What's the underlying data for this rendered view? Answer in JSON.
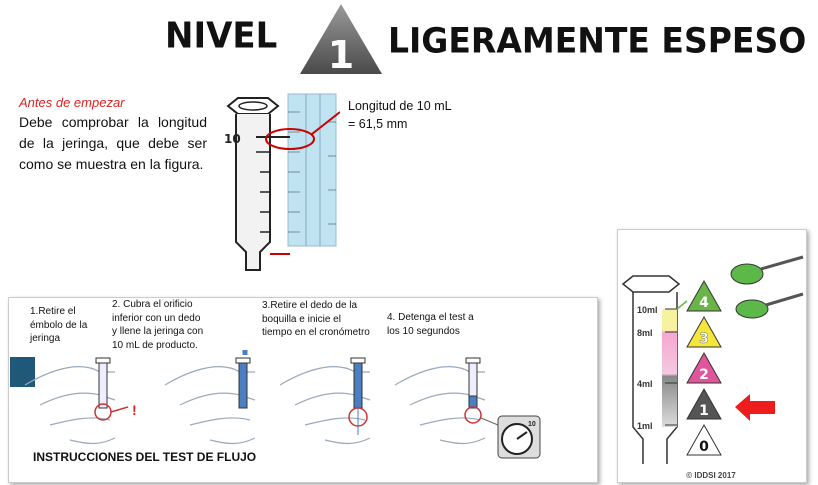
{
  "header": {
    "left": "NIVEL",
    "level_number": "1",
    "right": "LIGERAMENTE ESPESO"
  },
  "intro": {
    "heading": "Antes de empezar",
    "body": "Debe comprobar la longitud de la jeringa, que debe ser como se muestra en la figura."
  },
  "syringe_figure": {
    "mark_label": "10",
    "caption_line1": "Longitud de 10 mL",
    "caption_line2": "= 61,5 mm"
  },
  "flow_test": {
    "title": "INSTRUCCIONES DEL TEST DE FLUJO",
    "steps": [
      {
        "text": "1.Retire el émbolo de la jeringa"
      },
      {
        "text": "2. Cubra el orificio inferior con un dedo y llene la jeringa con 10 mL de producto."
      },
      {
        "text": "3.Retire el dedo de la boquilla e inicie el tiempo en el cronómetro"
      },
      {
        "text": "4. Detenga el test a los 10 segundos"
      }
    ],
    "timer_label": "10"
  },
  "iddsi": {
    "levels": [
      {
        "n": "4",
        "color": "#6ab547"
      },
      {
        "n": "3",
        "color": "#f5e63a"
      },
      {
        "n": "2",
        "color": "#e0559b"
      },
      {
        "n": "1",
        "color": "#555555"
      },
      {
        "n": "0",
        "color": "#ffffff"
      }
    ],
    "scale": [
      "10ml",
      "8ml",
      "4ml",
      "1ml"
    ],
    "copyright": "© IDDSI 2017",
    "arrow_color": "#ee1c1c"
  }
}
